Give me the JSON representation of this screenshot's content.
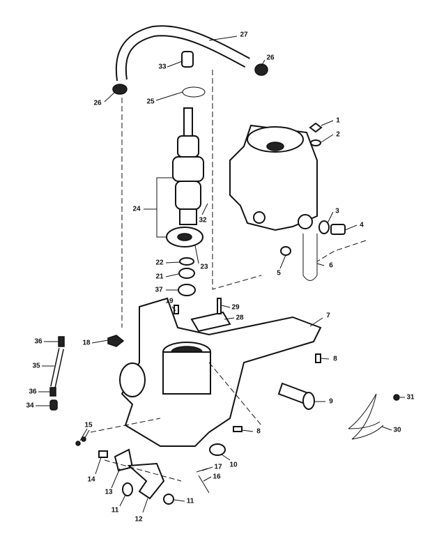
{
  "diagram": {
    "callouts": [
      {
        "id": "c27",
        "text": "27"
      },
      {
        "id": "c26a",
        "text": "26"
      },
      {
        "id": "c33",
        "text": "33"
      },
      {
        "id": "c26b",
        "text": "26"
      },
      {
        "id": "c25",
        "text": "25"
      },
      {
        "id": "c1",
        "text": "1"
      },
      {
        "id": "c2",
        "text": "2"
      },
      {
        "id": "c24",
        "text": "24"
      },
      {
        "id": "c32",
        "text": "32"
      },
      {
        "id": "c3",
        "text": "3"
      },
      {
        "id": "c4",
        "text": "4"
      },
      {
        "id": "c22",
        "text": "22"
      },
      {
        "id": "c21",
        "text": "21"
      },
      {
        "id": "c23",
        "text": "23"
      },
      {
        "id": "c5",
        "text": "5"
      },
      {
        "id": "c6",
        "text": "6"
      },
      {
        "id": "c37",
        "text": "37"
      },
      {
        "id": "c19",
        "text": "19"
      },
      {
        "id": "c29",
        "text": "29"
      },
      {
        "id": "c28",
        "text": "28"
      },
      {
        "id": "c7",
        "text": "7"
      },
      {
        "id": "c36a",
        "text": "36"
      },
      {
        "id": "c18",
        "text": "18"
      },
      {
        "id": "c8a",
        "text": "8"
      },
      {
        "id": "c35",
        "text": "35"
      },
      {
        "id": "c36b",
        "text": "36"
      },
      {
        "id": "c34",
        "text": "34"
      },
      {
        "id": "c9",
        "text": "9"
      },
      {
        "id": "c31",
        "text": "31"
      },
      {
        "id": "c15",
        "text": "15"
      },
      {
        "id": "c8b",
        "text": "8"
      },
      {
        "id": "c30",
        "text": "30"
      },
      {
        "id": "c10",
        "text": "10"
      },
      {
        "id": "c14",
        "text": "14"
      },
      {
        "id": "c17",
        "text": "17"
      },
      {
        "id": "c16",
        "text": "16"
      },
      {
        "id": "c13",
        "text": "13"
      },
      {
        "id": "c11a",
        "text": "11"
      },
      {
        "id": "c12",
        "text": "12"
      },
      {
        "id": "c11b",
        "text": "11"
      }
    ]
  }
}
